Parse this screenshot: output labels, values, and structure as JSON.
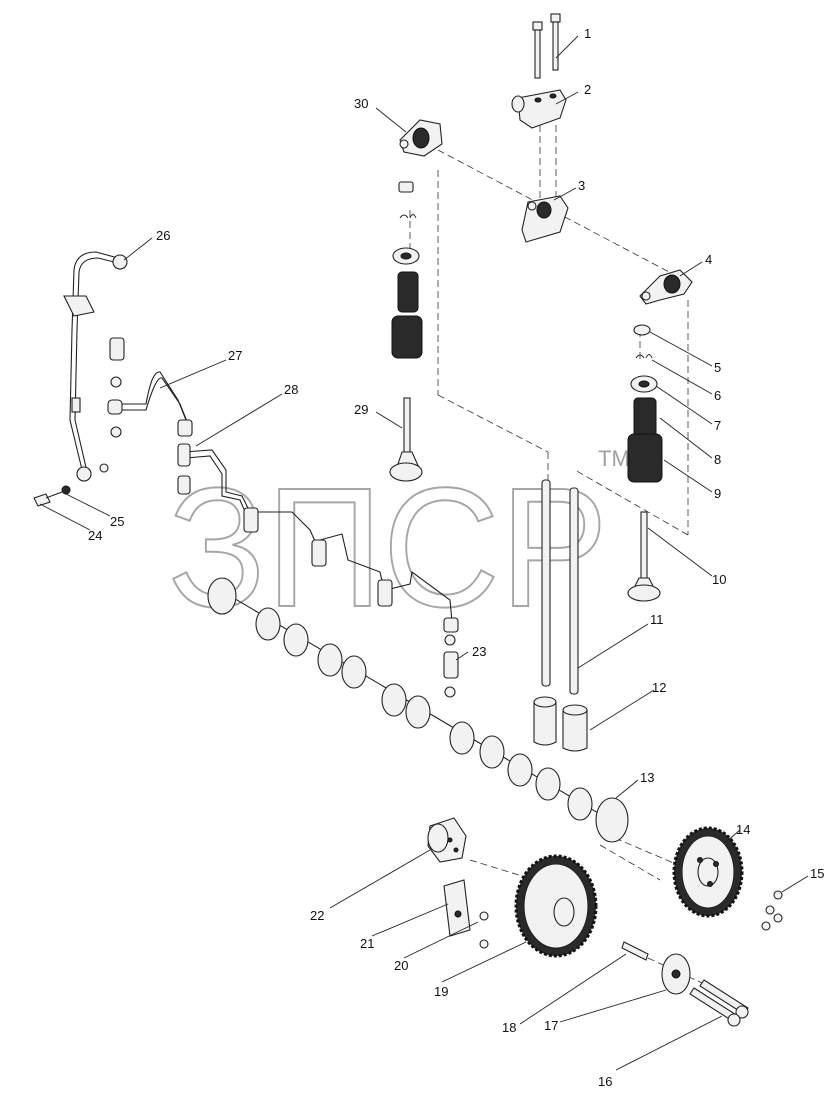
{
  "watermark": {
    "text": "ЗПСР",
    "trademark": "TM"
  },
  "callouts": [
    "1",
    "2",
    "3",
    "4",
    "5",
    "6",
    "7",
    "8",
    "9",
    "10",
    "11",
    "12",
    "13",
    "14",
    "15",
    "16",
    "17",
    "18",
    "19",
    "20",
    "21",
    "22",
    "23",
    "24",
    "25",
    "26",
    "27",
    "28",
    "29",
    "30"
  ]
}
